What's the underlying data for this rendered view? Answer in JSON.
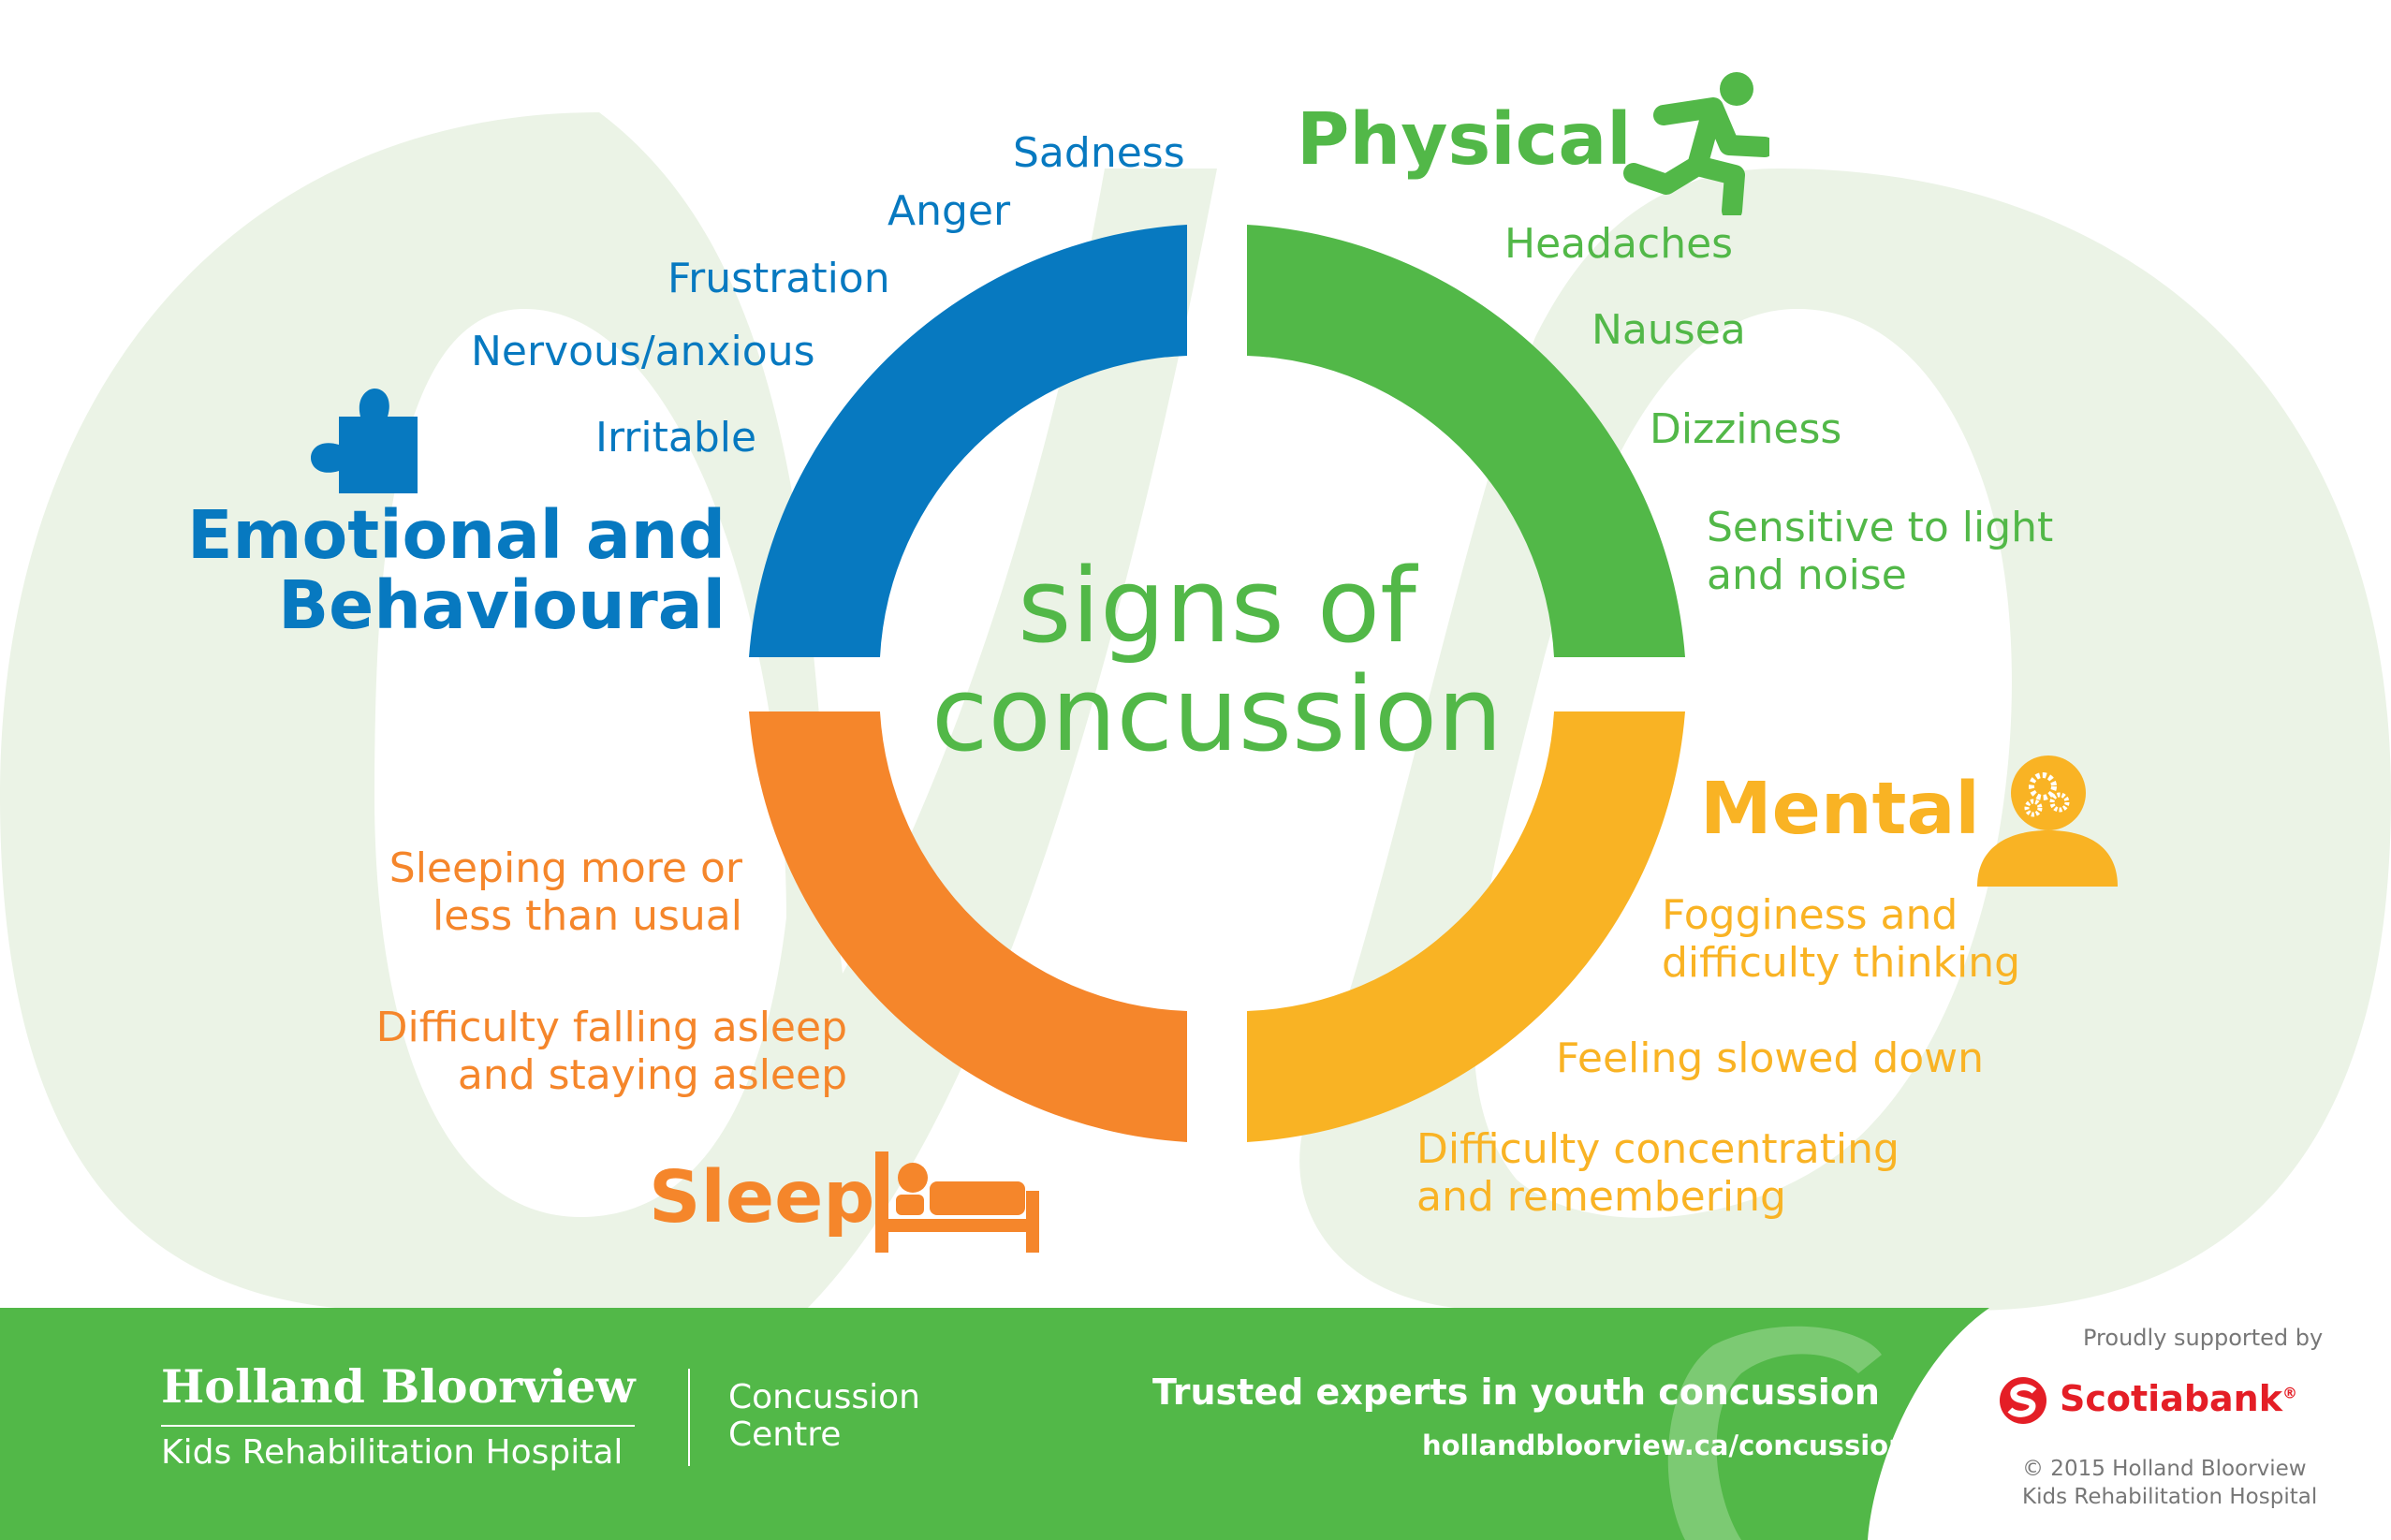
{
  "center": {
    "line1": "signs of",
    "line2": "concussion"
  },
  "categories": {
    "emotional": {
      "title_line1": "Emotional and",
      "title_line2": "Behavioural",
      "icon": "puzzle-piece-icon",
      "color": "#0779c0",
      "symptoms": [
        "Sadness",
        "Anger",
        "Frustration",
        "Nervous/anxious",
        "Irritable"
      ]
    },
    "physical": {
      "title": "Physical",
      "icon": "running-person-icon",
      "color": "#52b848",
      "symptoms": [
        "Headaches",
        "Nausea",
        "Dizziness"
      ],
      "symptom_multi_line1": "Sensitive to light",
      "symptom_multi_line2": "and noise"
    },
    "mental": {
      "title": "Mental",
      "icon": "head-with-gears-icon",
      "color": "#f9b324",
      "s1_line1": "Fogginess and",
      "s1_line2": "difficulty thinking",
      "s2": "Feeling slowed down",
      "s3_line1": "Difficulty concentrating",
      "s3_line2": "and remembering"
    },
    "sleep": {
      "title": "Sleep",
      "icon": "bed-icon",
      "color": "#f5862b",
      "s1_line1": "Sleeping more or",
      "s1_line2": "less than usual",
      "s2_line1": "Difficulty falling asleep",
      "s2_line2": "and staying asleep"
    }
  },
  "footer": {
    "logo_name": "Holland Bloorview",
    "logo_sub": "Kids Rehabilitation Hospital",
    "centre_line1": "Concussion",
    "centre_line2": "Centre",
    "tagline": "Trusted experts in youth concussion",
    "url": "hollandbloorview.ca/concussion",
    "supported_by": "Proudly supported by",
    "sponsor": "Scotiabank",
    "sponsor_mark": "®",
    "copyright_line1": "© 2015 Holland Bloorview",
    "copyright_line2": "Kids Rehabilitation Hospital",
    "green": "#52b848",
    "sponsor_red": "#e41e26"
  }
}
